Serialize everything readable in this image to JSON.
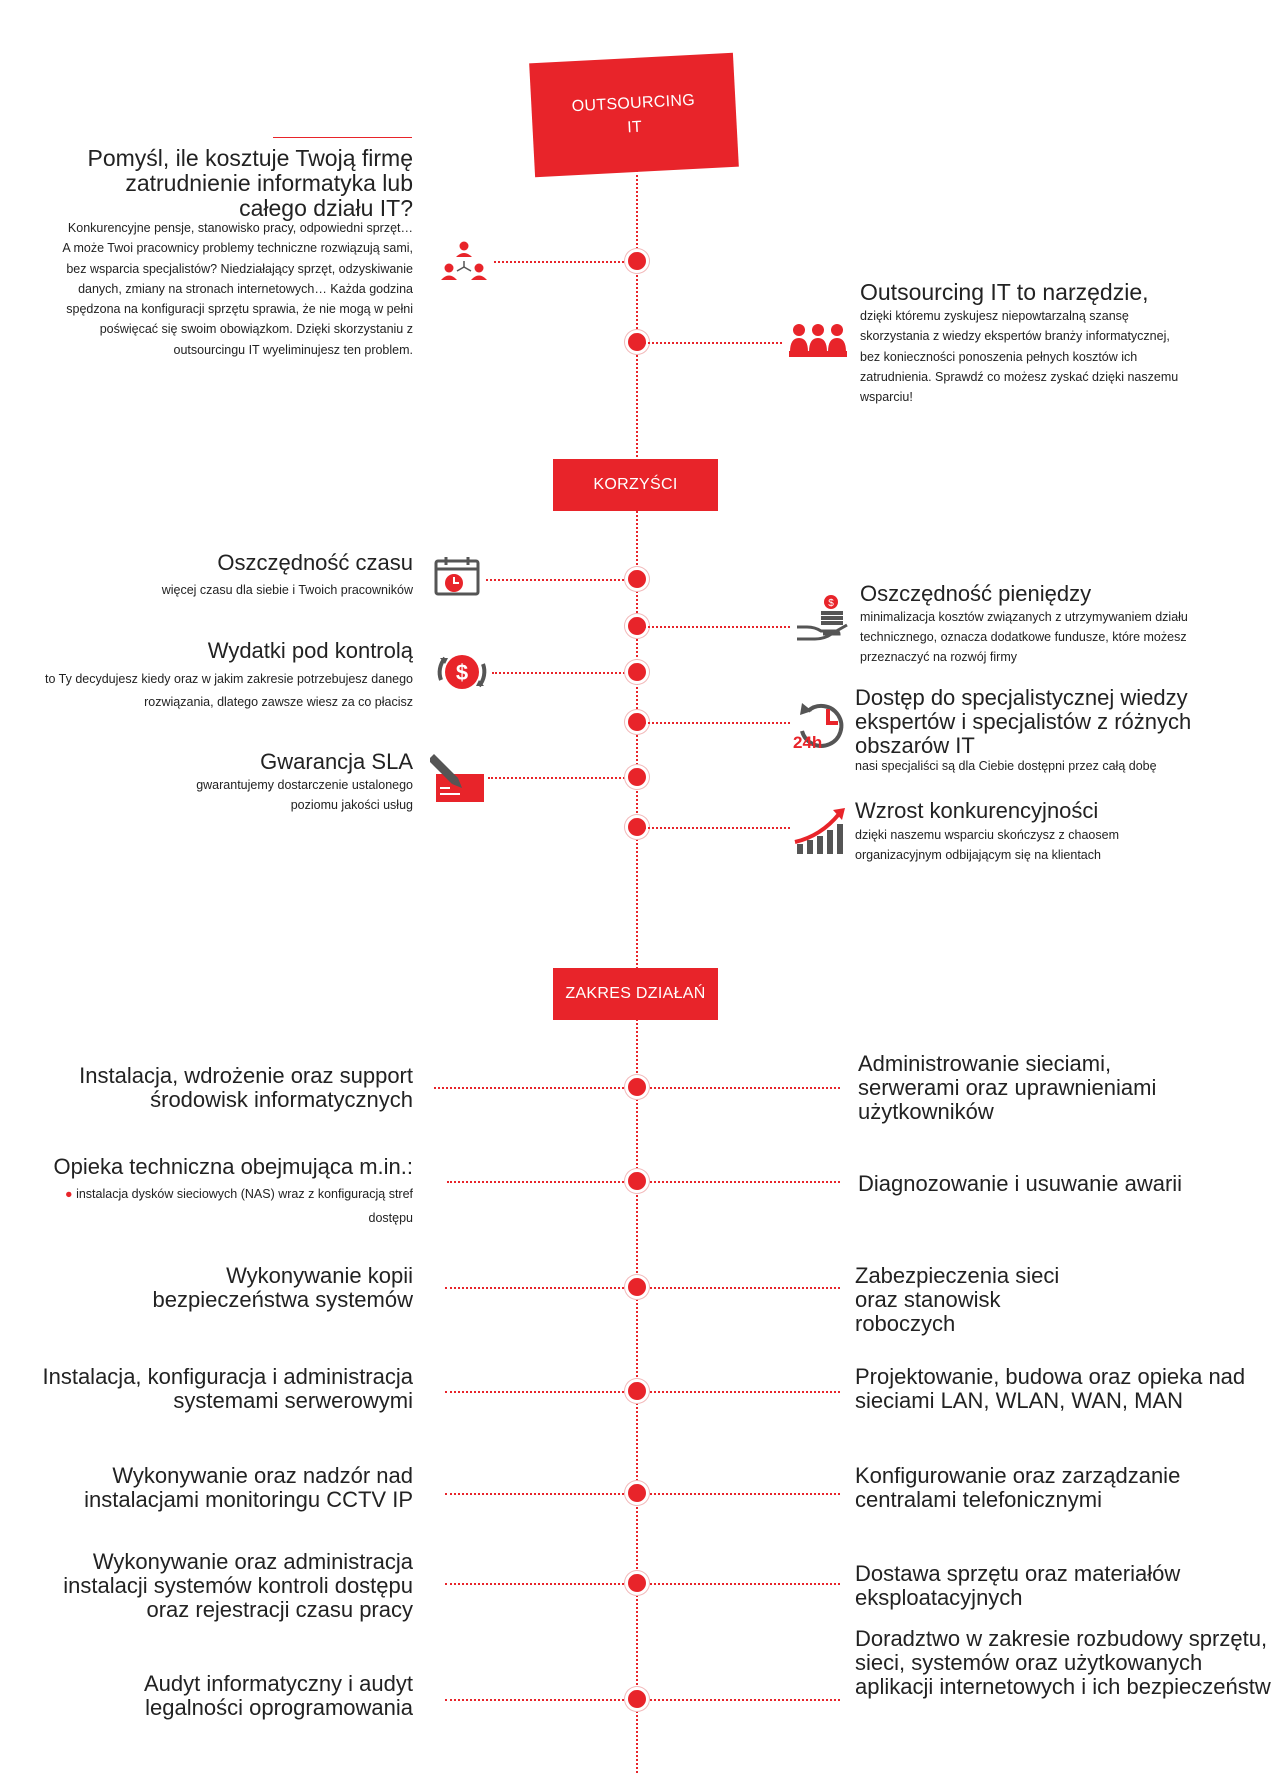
{
  "sections": {
    "outsourcing_label_line1": "OUTSOURCING",
    "outsourcing_label_line2": "IT",
    "korzysci_label": "KORZYŚCI",
    "zakres_label": "ZAKRES DZIAŁAŃ"
  },
  "intro": {
    "left_title": "Pomyśl, ile kosztuje Twoją firmę zatrudnienie informatyka lub całego działu IT?",
    "left_body": "Konkurencyjne pensje, stanowisko pracy, odpowiedni sprzęt… A może Twoi pracownicy problemy techniczne rozwiązują sami, bez wsparcia specjalistów? Niedziałający sprzęt, odzyskiwanie danych, zmiany na stronach internetowych… Każda godzina spędzona na konfiguracji sprzętu sprawia, że nie mogą w pełni poświęcać się swoim obowiązkom. Dzięki skorzystaniu z outsourcingu IT wyeliminujesz ten problem.",
    "right_title": "Outsourcing IT to narzędzie,",
    "right_body": "dzięki któremu zyskujesz niepowtarzalną szansę skorzystania z wiedzy ekspertów branży informatycznej, bez konieczności ponoszenia pełnych kosztów ich zatrudnienia. Sprawdź co możesz zyskać dzięki naszemu wsparciu!"
  },
  "benefits": {
    "left": [
      {
        "title": "Oszczędność czasu",
        "body": "więcej czasu dla siebie i Twoich pracowników",
        "icon": "calendar-clock-icon"
      },
      {
        "title": "Wydatki pod kontrolą",
        "body": "to Ty  decydujesz kiedy oraz w jakim zakresie potrzebujesz danego rozwiązania,  dlatego zawsze wiesz za co płacisz",
        "icon": "dollar-cycle-icon"
      },
      {
        "title": "Gwarancja SLA",
        "body": "gwarantujemy dostarczenie ustalonego poziomu jakości usług",
        "icon": "contract-pen-icon"
      }
    ],
    "right": [
      {
        "title": "Oszczędność pieniędzy",
        "body": "minimalizacja kosztów związanych z utrzymywaniem działu technicznego, oznacza dodatkowe fundusze, które możesz przeznaczyć na rozwój firmy",
        "icon": "hand-money-icon"
      },
      {
        "title": "Dostęp do specjalistycznej wiedzy ekspertów i specjalistów z różnych obszarów IT",
        "body": "nasi specjaliści są dla Ciebie dostępni przez całą dobę",
        "icon": "clock-24h-icon",
        "icon_text": "24h"
      },
      {
        "title": "Wzrost konkurencyjności",
        "body": "dzięki naszemu wsparciu skończysz z chaosem organizacyjnym odbijającym się na klientach",
        "icon": "growth-chart-icon"
      }
    ]
  },
  "scope": {
    "left": [
      "Instalacja,  wdrożenie oraz support środowisk informatycznych",
      "Opieka techniczna obejmująca m.in.:",
      "Wykonywanie kopii bezpieczeństwa systemów",
      "Instalacja, konfiguracja i administracja systemami serwerowymi",
      "Wykonywanie oraz nadzór nad instalacjami monitoringu CCTV IP",
      "Wykonywanie oraz administracja instalacji systemów kontroli dostępu oraz rejestracji czasu pracy",
      "Audyt informatyczny i audyt legalności oprogramowania"
    ],
    "left_note": "instalacja dysków sieciowych (NAS) wraz z konfiguracją stref dostępu",
    "right": [
      "Administrowanie sieciami, serwerami oraz uprawnieniami użytkowników",
      "Diagnozowanie i usuwanie awarii",
      "Zabezpieczenia sieci oraz stanowisk roboczych",
      "Projektowanie, budowa oraz opieka nad sieciami LAN, WLAN, WAN, MAN",
      "Konfigurowanie oraz zarządzanie centralami telefonicznymi",
      "Dostawa sprzętu oraz materiałów eksploatacyjnych",
      "Doradztwo w zakresie rozbudowy sprzętu, sieci, systemów oraz użytkowanych aplikacji internetowych i ich bezpieczeństw"
    ]
  },
  "colors": {
    "accent": "#e8242a",
    "text": "#222222"
  }
}
